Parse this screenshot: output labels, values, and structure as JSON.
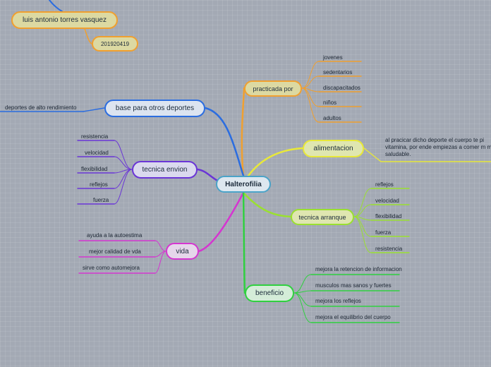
{
  "center": {
    "label": "Halterofilia"
  },
  "author": {
    "name": "luis antonio torres vasquez",
    "code": "201920419"
  },
  "branches": {
    "practicada": {
      "label": "practicada por",
      "items": [
        "jovenes",
        "sedentarios",
        "discapacitados",
        "niños",
        "adultos"
      ]
    },
    "base": {
      "label": "base para otros deportes",
      "items": [
        "deportes de alto rendimiento"
      ]
    },
    "alimentacion": {
      "label": "alimentacion",
      "items": [
        "al pracicar dicho deporte el cuerpo te pi vitamina, por ende empiezas a comer m mas saludable."
      ]
    },
    "envion": {
      "label": "tecnica envion",
      "items": [
        "resistencia",
        "velocidad",
        "flexibilidad",
        "reflejos",
        "fuerza"
      ]
    },
    "arranque": {
      "label": "tecnica arranque",
      "items": [
        "reflejos",
        "velocidad",
        "flexibilidad",
        "fuerza",
        "resistencia"
      ]
    },
    "vida": {
      "label": "vida",
      "items": [
        "ayuda a la autoestima",
        "mejor calidad de vda",
        "sirve como automejora"
      ]
    },
    "beneficio": {
      "label": "beneficio",
      "items": [
        "mejora la retencion de informacion",
        "musculos mas sanos y fuertes",
        "mejora los reflejos",
        "mejora el equilibrio del cuerpo"
      ]
    }
  },
  "colors": {
    "practicada": "#f0a030",
    "base": "#2b6de0",
    "alimentacion": "#e8e83a",
    "envion": "#6a35d6",
    "arranque": "#9ae030",
    "vida": "#d535d0",
    "beneficio": "#30d040",
    "author": "#f0a030",
    "center": "#4aa3c8"
  }
}
